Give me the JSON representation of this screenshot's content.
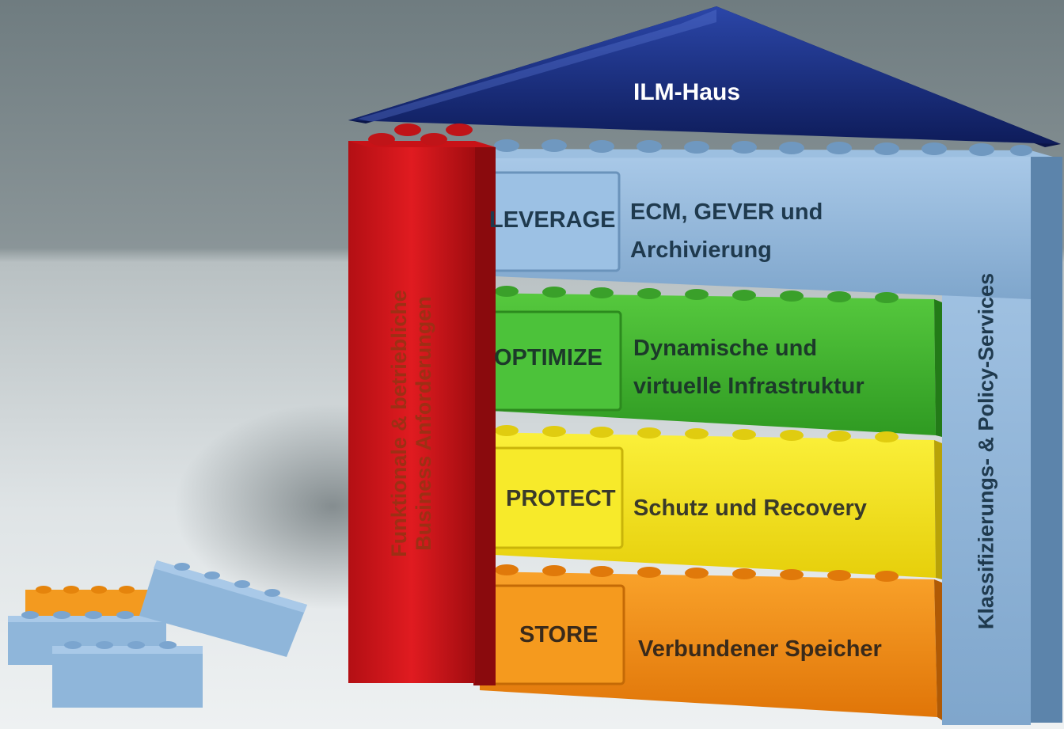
{
  "roof": {
    "title": "ILM-Haus"
  },
  "pillar_left": {
    "line1": "Funktionale & betriebliche",
    "line2": "Business Anforderungen"
  },
  "pillar_right": {
    "text": "Klassifizierungs- & Policy-Services"
  },
  "layers": [
    {
      "key": "LEVERAGE",
      "desc_line1": "ECM, GEVER und",
      "desc_line2": "Archivierung"
    },
    {
      "key": "OPTIMIZE",
      "desc_line1": "Dynamische und",
      "desc_line2": "virtuelle Infrastruktur"
    },
    {
      "key": "PROTECT",
      "desc_line1": "Schutz und Recovery",
      "desc_line2": ""
    },
    {
      "key": "STORE",
      "desc_line1": "Verbundener Speicher",
      "desc_line2": ""
    }
  ],
  "colors": {
    "roof": "#1c2f7a",
    "red": "#d8161b",
    "blue": "#8fb6da",
    "green": "#3fb52d",
    "yellow": "#f2e312",
    "orange": "#f08a0c",
    "text": "#1f3a4e"
  }
}
